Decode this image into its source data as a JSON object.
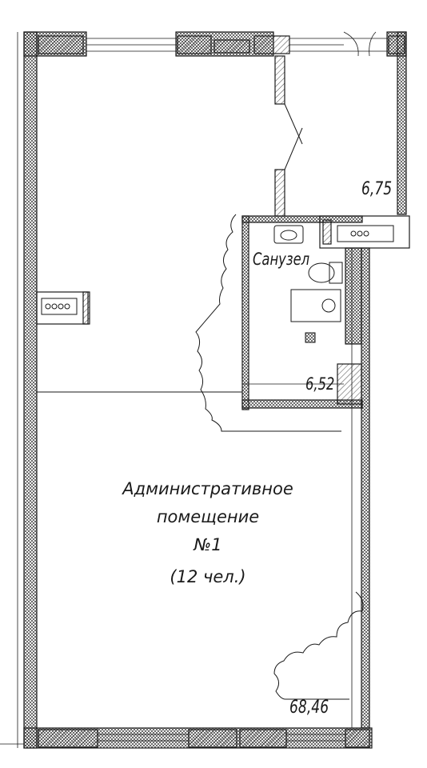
{
  "plan": {
    "rooms": [
      {
        "id": "admin",
        "name_line1": "Административное",
        "name_line2": "помещение",
        "number": "№1",
        "capacity": "(12 чел.)"
      },
      {
        "id": "wc",
        "name": "Санузел"
      }
    ],
    "areas": {
      "vestibule": "6,75",
      "wc": "6,52",
      "admin": "68,46"
    }
  },
  "colors": {
    "line": "#1a1a1a",
    "wall_fill": "#ffffff"
  }
}
